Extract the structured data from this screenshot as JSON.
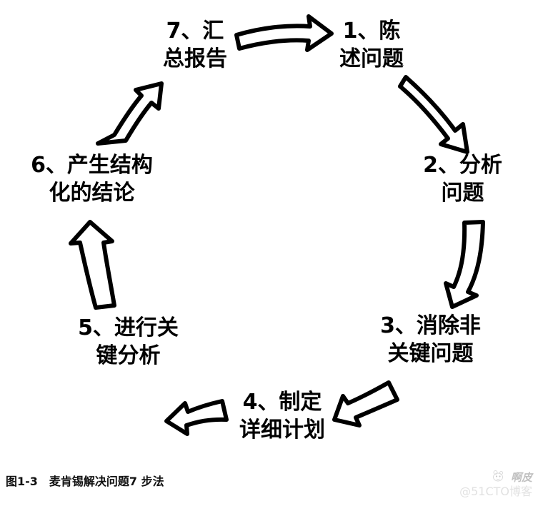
{
  "diagram": {
    "type": "cycle",
    "title": "麦肯锡解决问题7 步法",
    "caption": "图1-3　麦肯锡解决问题7 步法",
    "background_color": "#ffffff",
    "stroke_color": "#000000",
    "text_color": "#000000",
    "steps": [
      {
        "number": "1",
        "label": "1、陈\n述问题",
        "line1": "1、陈",
        "line2": "述问题",
        "position": "top-right"
      },
      {
        "number": "2",
        "label": "2、分析\n问题",
        "line1": "2、分析",
        "line2": "问题",
        "position": "right"
      },
      {
        "number": "3",
        "label": "3、消除非\n关键问题",
        "line1": "3、消除非",
        "line2": "关键问题",
        "position": "bottom-right"
      },
      {
        "number": "4",
        "label": "4、制定\n详细计划",
        "line1": "4、制定",
        "line2": "详细计划",
        "position": "bottom"
      },
      {
        "number": "5",
        "label": "5、进行关\n键分析",
        "line1": "5、进行关",
        "line2": "键分析",
        "position": "bottom-left"
      },
      {
        "number": "6",
        "label": "6、产生结构\n化的结论",
        "line1": "6、产生结构",
        "line2": "化的结论",
        "position": "left"
      },
      {
        "number": "7",
        "label": "7、汇\n总报告",
        "line1": "7、汇",
        "line2": "总报告",
        "position": "top-left"
      }
    ],
    "arrows": [
      {
        "from": "7",
        "to": "1",
        "direction": "right",
        "name": "arrow-7-to-1"
      },
      {
        "from": "1",
        "to": "2",
        "direction": "down-right",
        "name": "arrow-1-to-2"
      },
      {
        "from": "2",
        "to": "3",
        "direction": "down",
        "name": "arrow-2-to-3"
      },
      {
        "from": "3",
        "to": "4",
        "direction": "down-left",
        "name": "arrow-3-to-4"
      },
      {
        "from": "4",
        "to": "5",
        "direction": "up-left",
        "name": "arrow-4-to-5"
      },
      {
        "from": "5",
        "to": "6",
        "direction": "up",
        "name": "arrow-5-to-6"
      },
      {
        "from": "6",
        "to": "7",
        "direction": "up-right",
        "name": "arrow-6-to-7"
      }
    ]
  },
  "watermark": {
    "author": "啊皮",
    "site": "@51CTO博客",
    "color": "#c9c9c9"
  }
}
